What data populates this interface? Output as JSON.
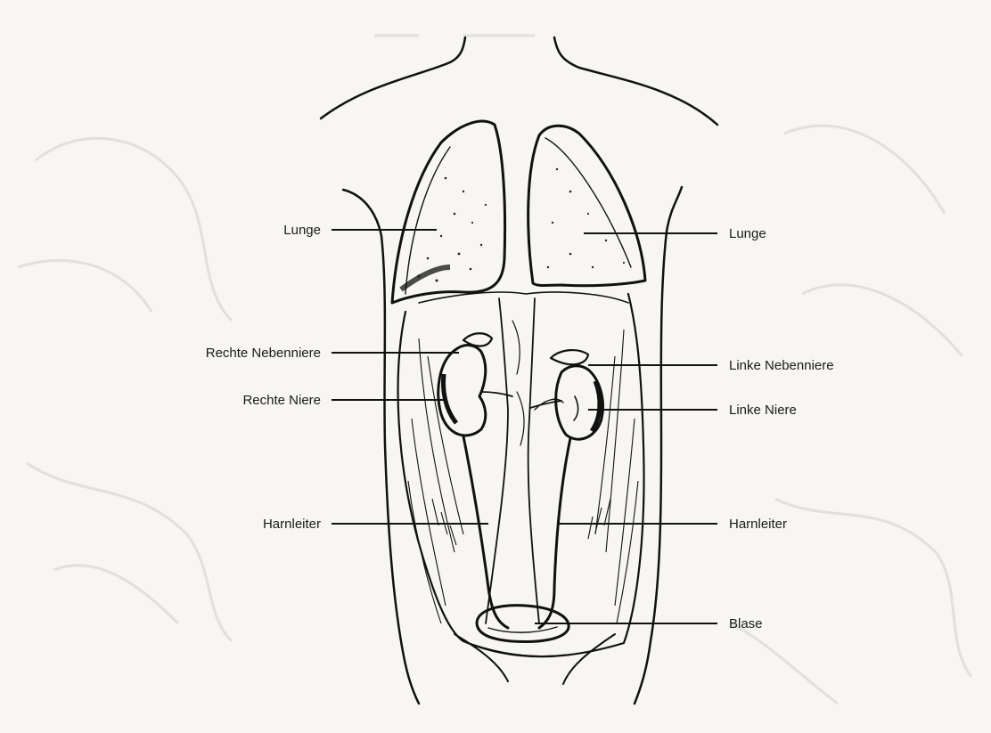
{
  "figure": {
    "colors": {
      "ink": "#111111",
      "paper": "#f7f6f3",
      "faint": "#d9d9d6"
    },
    "labels": {
      "left": [
        {
          "id": "lunge-r",
          "text": "Lunge"
        },
        {
          "id": "rechte-nebenniere",
          "text": "Rechte Nebenniere"
        },
        {
          "id": "rechte-niere",
          "text": "Rechte Niere"
        },
        {
          "id": "harnleiter-r",
          "text": "Harnleiter"
        }
      ],
      "right": [
        {
          "id": "lunge-l",
          "text": "Lunge"
        },
        {
          "id": "linke-nebenniere",
          "text": "Linke Nebenniere"
        },
        {
          "id": "linke-niere",
          "text": "Linke Niere"
        },
        {
          "id": "harnleiter-l",
          "text": "Harnleiter"
        },
        {
          "id": "blase",
          "text": "Blase"
        }
      ]
    }
  }
}
